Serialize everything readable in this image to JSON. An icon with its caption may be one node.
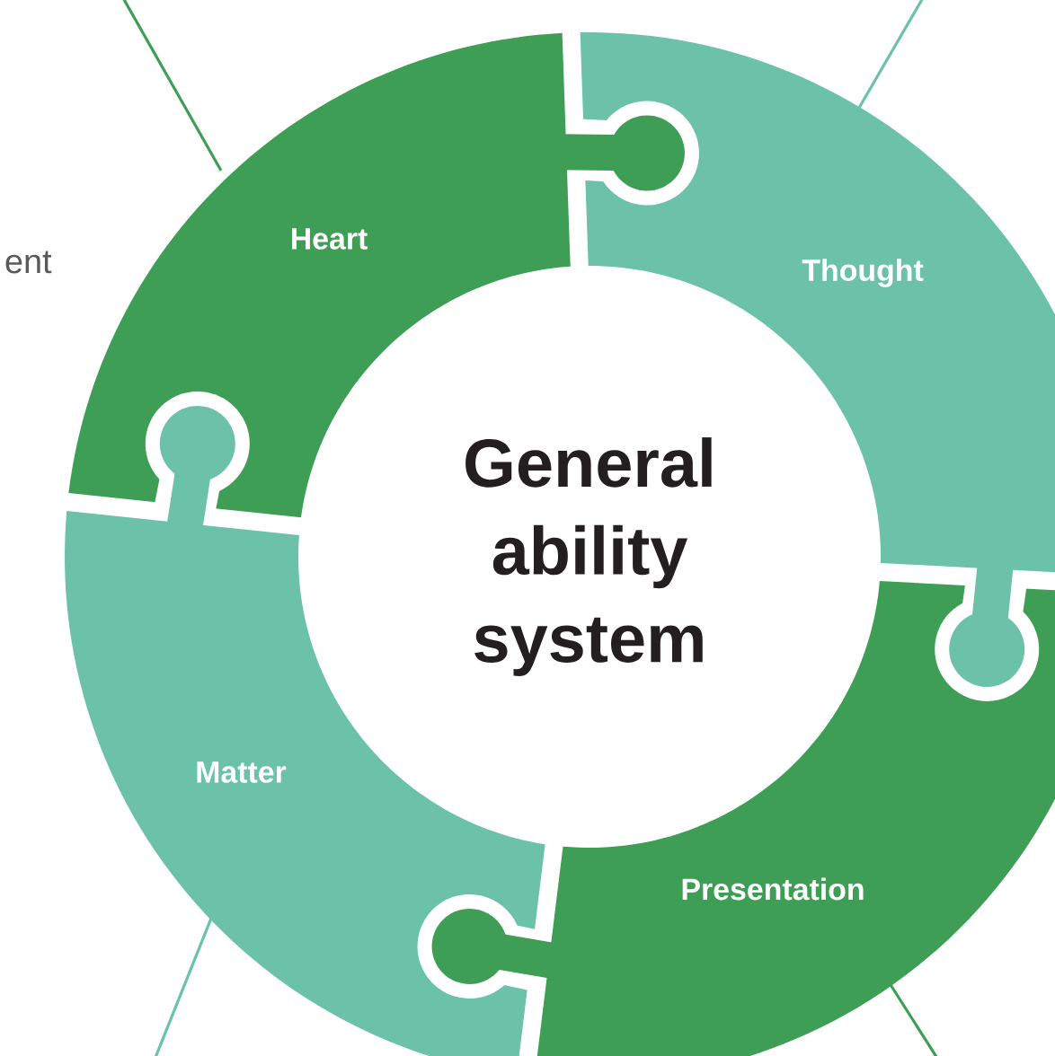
{
  "diagram": {
    "nodes": [
      {
        "text": [
          "General ability system"
        ]
      },
      {
        "text": [
          "Heart"
        ]
      },
      {
        "text": [
          "Thought"
        ]
      },
      {
        "text": [
          "Presentation"
        ]
      },
      {
        "text": [
          "Matter"
        ]
      }
    ],
    "edges": [
      {
        "from": 1,
        "to": null,
        "arrow": "none",
        "color": "#3e9e56"
      },
      {
        "from": 2,
        "to": null,
        "arrow": "none",
        "color": "#6cc2a8"
      },
      {
        "from": 3,
        "to": null,
        "arrow": "none",
        "color": "#3e9e56"
      },
      {
        "from": 4,
        "to": null,
        "arrow": "none",
        "color": "#6cc2a8"
      }
    ],
    "labels": [
      "ent"
    ]
  }
}
